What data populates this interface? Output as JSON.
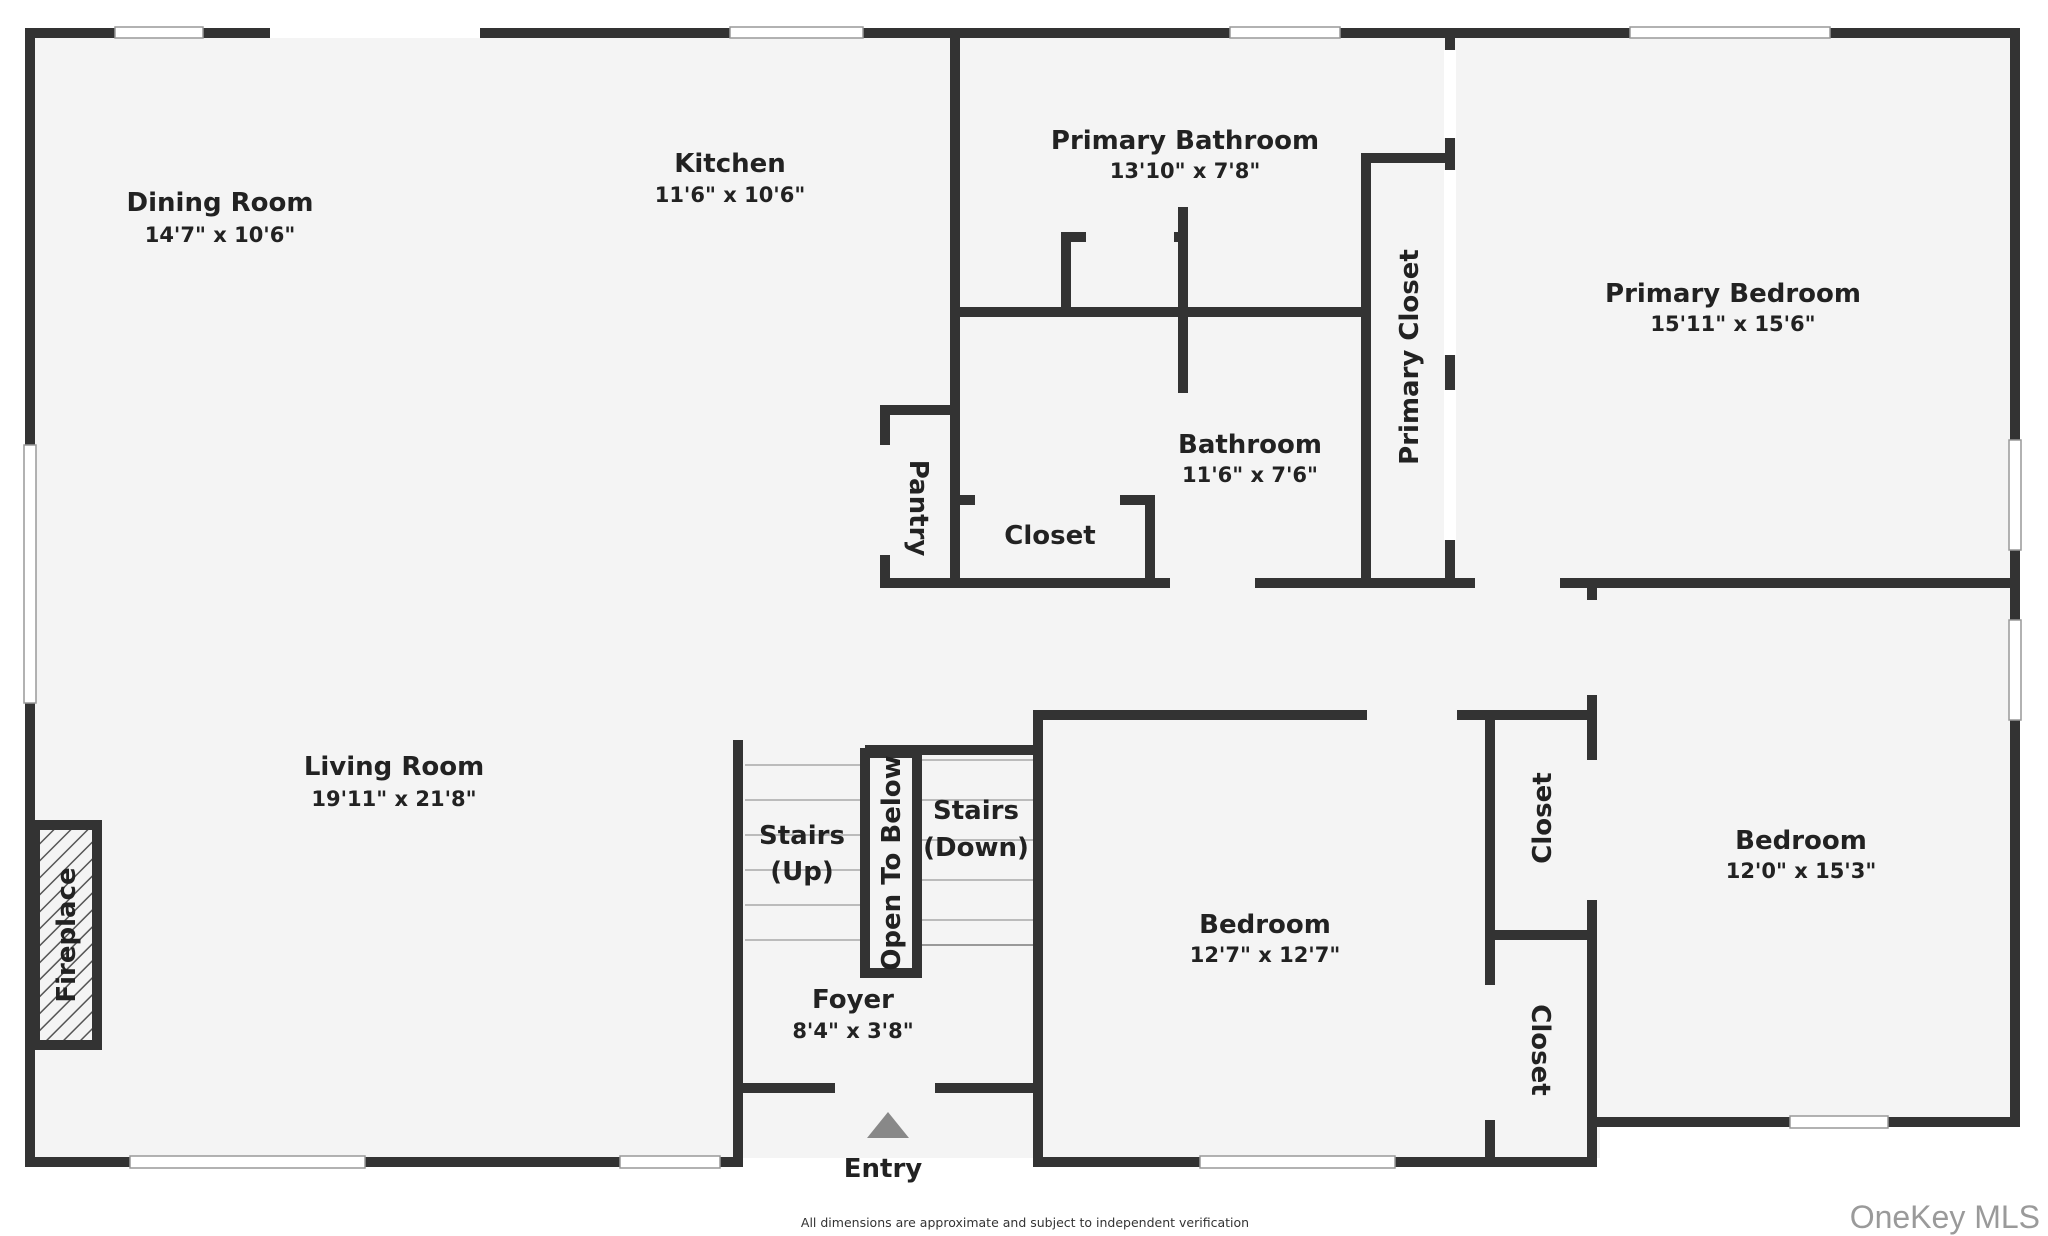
{
  "rooms": {
    "dining_room": {
      "name": "Dining Room",
      "dims": "14'7\" x 10'6\""
    },
    "kitchen": {
      "name": "Kitchen",
      "dims": "11'6\" x 10'6\""
    },
    "primary_bathroom": {
      "name": "Primary Bathroom",
      "dims": "13'10\" x 7'8\""
    },
    "primary_bedroom": {
      "name": "Primary Bedroom",
      "dims": "15'11\" x 15'6\""
    },
    "primary_closet": {
      "name": "Primary Closet"
    },
    "bathroom": {
      "name": "Bathroom",
      "dims": "11'6\" x 7'6\""
    },
    "pantry": {
      "name": "Pantry"
    },
    "closet_hall": {
      "name": "Closet"
    },
    "living_room": {
      "name": "Living Room",
      "dims": "19'11\" x 21'8\""
    },
    "fireplace": {
      "name": "Fireplace"
    },
    "stairs_up": {
      "name_line1": "Stairs",
      "name_line2": "(Up)"
    },
    "open_to_below": {
      "name": "Open To Below"
    },
    "stairs_down": {
      "name_line1": "Stairs",
      "name_line2": "(Down)"
    },
    "foyer": {
      "name": "Foyer",
      "dims": "8'4\" x 3'8\""
    },
    "bedroom_center": {
      "name": "Bedroom",
      "dims": "12'7\" x 12'7\""
    },
    "closet_upper": {
      "name": "Closet"
    },
    "closet_lower": {
      "name": "Closet"
    },
    "bedroom_right": {
      "name": "Bedroom",
      "dims": "12'0\" x 15'3\""
    }
  },
  "entry": {
    "label": "Entry",
    "icon": "entry-arrow-icon"
  },
  "footer": {
    "disclaimer": "All dimensions are approximate and subject to independent verification",
    "watermark": "OneKey MLS"
  },
  "colors": {
    "wall": "#333333",
    "floor": "#f4f4f4",
    "window": "#ffffff",
    "text": "#222222",
    "watermark": "#9a9a9a"
  }
}
